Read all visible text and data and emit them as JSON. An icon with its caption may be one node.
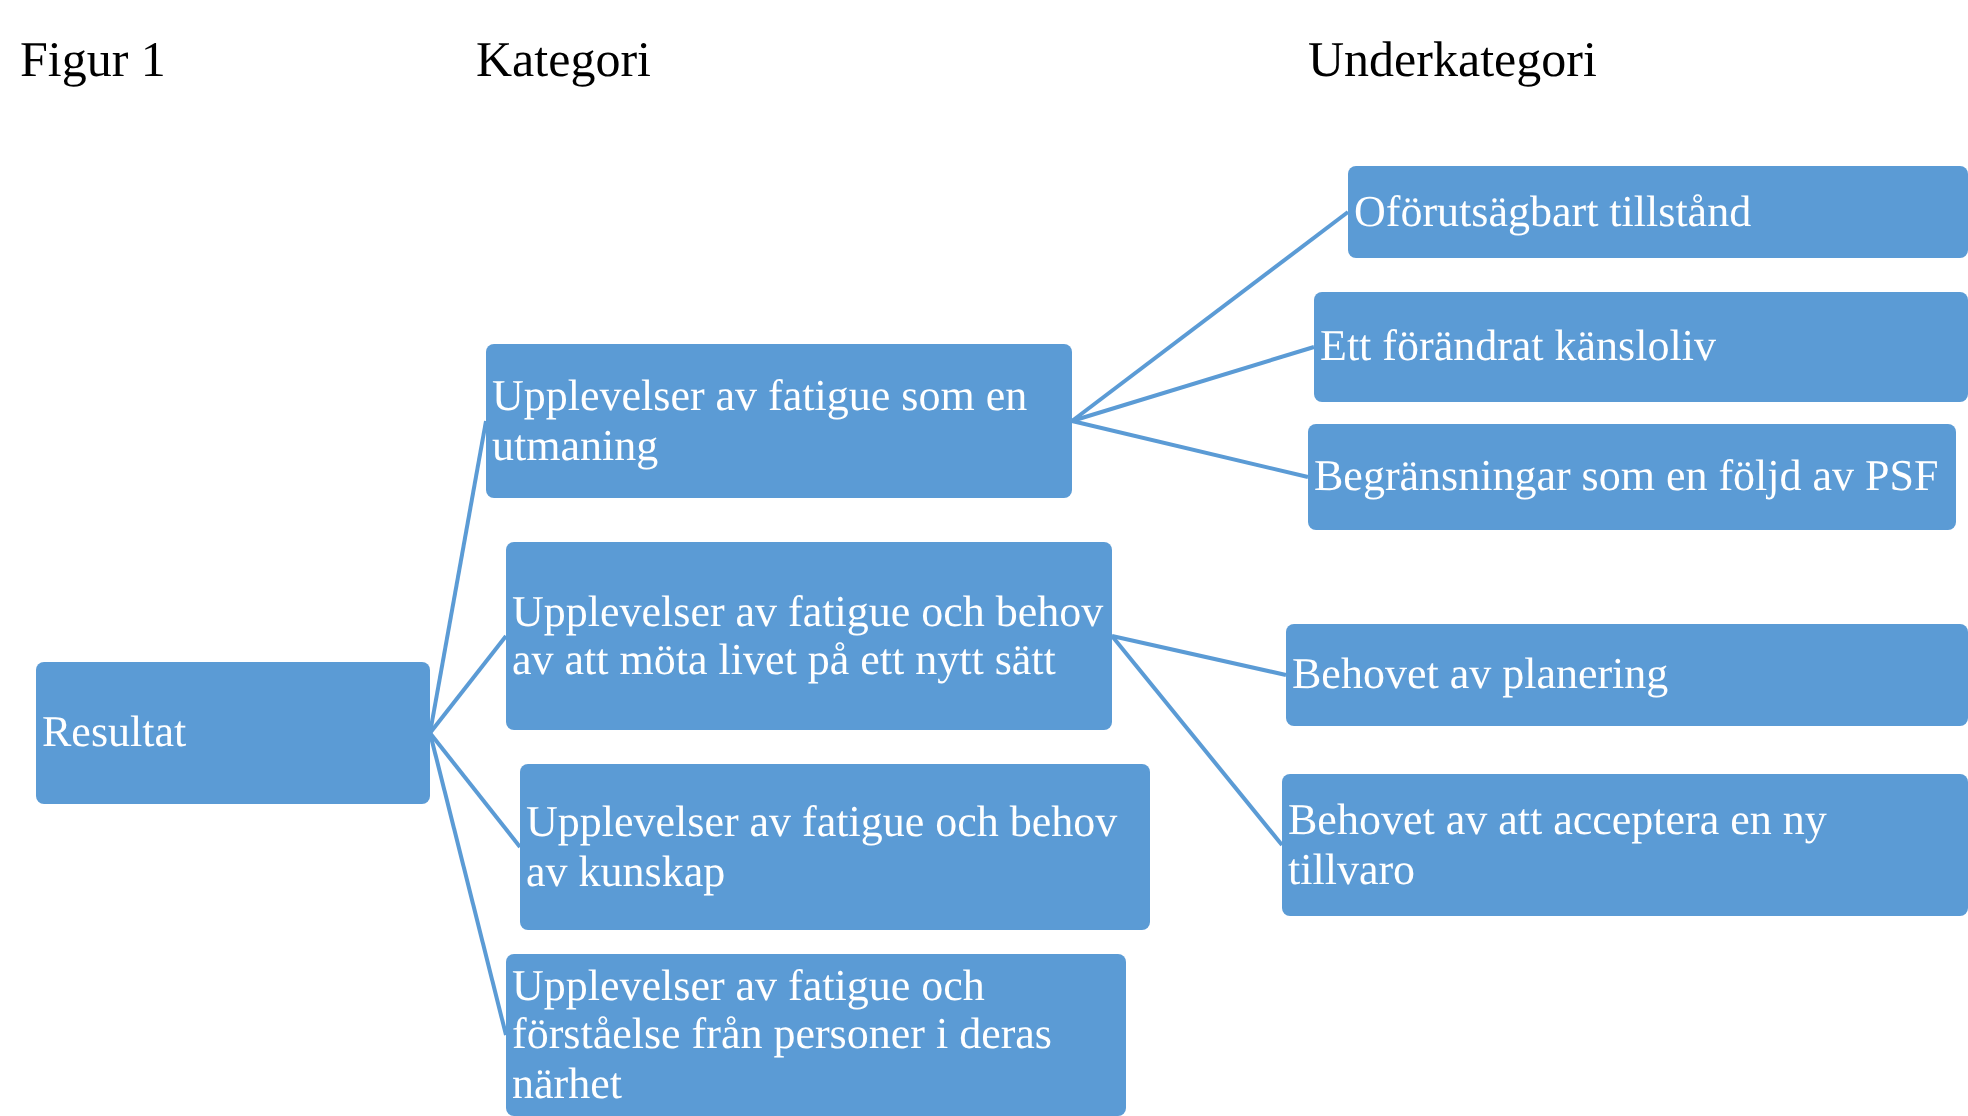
{
  "diagram": {
    "nodes": [
      {
        "text": [
          "Resultat"
        ]
      },
      {
        "text": [
          "Upplevelser av fatigue som en utmaning"
        ]
      },
      {
        "text": [
          "Upplevelser av fatigue och behov av att möta livet på ett nytt sätt"
        ]
      },
      {
        "text": [
          "Upplevelser av fatigue och behov av kunskap"
        ]
      },
      {
        "text": [
          "Upplevelser av fatigue och förståelse från personer i deras närhet"
        ]
      },
      {
        "text": [
          "Oförutsägbart tillstånd"
        ]
      },
      {
        "text": [
          "Ett förändrat känsloliv"
        ]
      },
      {
        "text": [
          "Begränsningar som en följd av PSF"
        ]
      },
      {
        "text": [
          "Behovet av planering"
        ]
      },
      {
        "text": [
          "Behovet av att acceptera en ny tillvaro"
        ]
      }
    ],
    "edges": [
      {
        "from": 0,
        "to": 1,
        "arrow": "none"
      },
      {
        "from": 0,
        "to": 2,
        "arrow": "none"
      },
      {
        "from": 0,
        "to": 3,
        "arrow": "none"
      },
      {
        "from": 0,
        "to": 4,
        "arrow": "none"
      },
      {
        "from": 1,
        "to": 5,
        "arrow": "none"
      },
      {
        "from": 1,
        "to": 6,
        "arrow": "none"
      },
      {
        "from": 1,
        "to": 7,
        "arrow": "none"
      },
      {
        "from": 2,
        "to": 8,
        "arrow": "none"
      },
      {
        "from": 2,
        "to": 9,
        "arrow": "none"
      }
    ],
    "labels": [
      "Figur 1",
      "Kategori",
      "Underkategori"
    ]
  }
}
